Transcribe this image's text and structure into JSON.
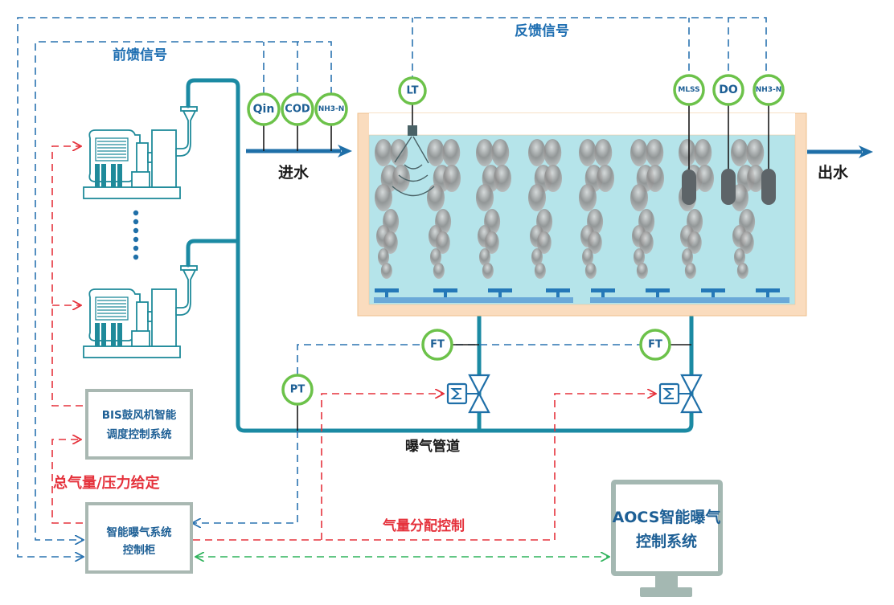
{
  "labels": {
    "feedforward": "前馈信号",
    "feedback": "反馈信号",
    "inflow": "进水",
    "outflow": "出水",
    "aeration_pipe": "曝气管道",
    "total_air": "总气量/压力给定",
    "air_distribution": "气量分配控制"
  },
  "inlet_sensors": [
    {
      "id": "qin",
      "label": "Qin"
    },
    {
      "id": "cod",
      "label": "COD"
    },
    {
      "id": "nh3n-in",
      "label": "NH3-N"
    }
  ],
  "tank_sensors": [
    {
      "id": "lt",
      "label": "LT"
    },
    {
      "id": "mlss",
      "label": "MLSS"
    },
    {
      "id": "do",
      "label": "DO"
    },
    {
      "id": "nh3n-out",
      "label": "NH3-N"
    }
  ],
  "pipe_sensors": [
    {
      "id": "ft-1",
      "label": "FT"
    },
    {
      "id": "ft-2",
      "label": "FT"
    },
    {
      "id": "pt",
      "label": "PT"
    }
  ],
  "boxes": {
    "bis": {
      "line1": "BIS鼓风机智能",
      "line2": "调度控制系统"
    },
    "cabinet": {
      "line1": "智能曝气系统",
      "line2": "控制柜"
    },
    "aocs": {
      "line1": "AOCS智能曝气",
      "line2": "控制系统"
    }
  },
  "colors": {
    "signal_blue": "#2a73b0",
    "control_red": "#e5323c",
    "comm_green": "#2fb35c",
    "pipe_teal": "#1b8aa3",
    "sensor_ring": "#6cc24a",
    "water": "#b5e4ea",
    "tank_wall": "#fadcbe"
  }
}
